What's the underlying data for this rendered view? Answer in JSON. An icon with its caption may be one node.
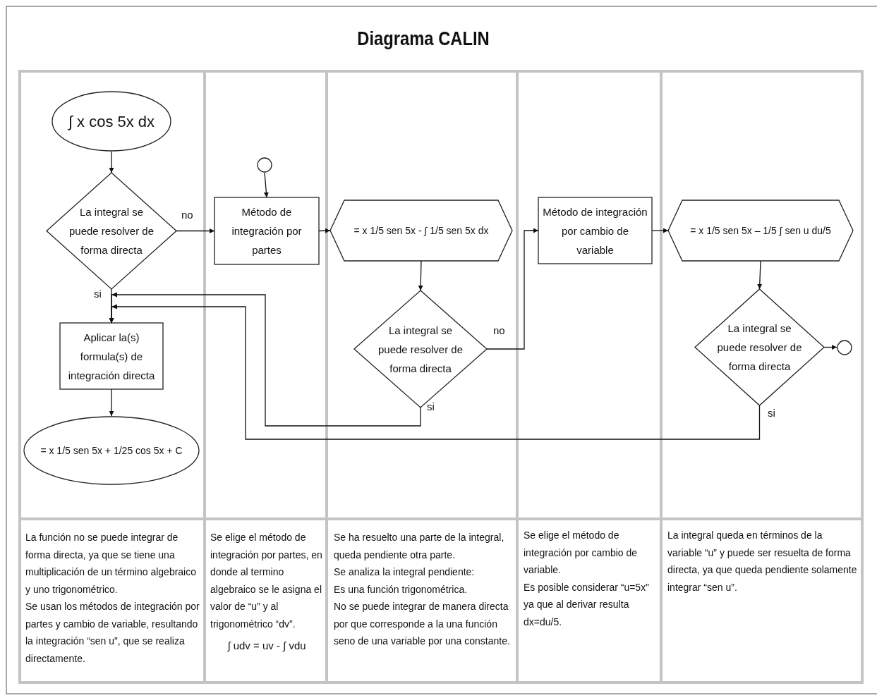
{
  "diagram": {
    "title": "Diagrama CALIN",
    "nodes": [
      {
        "text": [
          "∫ x cos 5x dx"
        ]
      },
      {
        "text": [
          "La integral se puede resolver de forma directa"
        ]
      },
      {
        "text": [
          "Aplicar la(s) formula(s) de integración directa"
        ]
      },
      {
        "text": [
          "= x 1/5 sen 5x + 1/25 cos 5x + C"
        ]
      },
      {
        "text": [],
        "shape": "circle"
      },
      {
        "text": [
          "Método de integración por partes"
        ]
      },
      {
        "text": [
          "= x 1/5 sen 5x - ∫ 1/5 sen 5x dx"
        ]
      },
      {
        "text": [
          "La integral se puede resolver de forma directa"
        ]
      },
      {
        "text": [
          "Método de integración por cambio de variable"
        ]
      },
      {
        "text": [
          "= x 1/5 sen 5x – 1/5 ∫ sen u du/5"
        ]
      },
      {
        "text": [
          "La integral se puede resolver de forma directa"
        ]
      },
      {
        "text": [],
        "shape": "circle"
      }
    ],
    "edges": [
      {
        "from": 0,
        "to": 1,
        "arrow": "to"
      },
      {
        "from": 1,
        "to": 5,
        "arrow": "to",
        "label": "no"
      },
      {
        "from": 1,
        "to": 2,
        "arrow": "to",
        "label": "si"
      },
      {
        "from": 2,
        "to": 3,
        "arrow": "to"
      },
      {
        "from": 4,
        "to": 5,
        "arrow": "to"
      },
      {
        "from": 5,
        "to": 6,
        "arrow": "to"
      },
      {
        "from": 6,
        "to": 7,
        "arrow": "to"
      },
      {
        "from": 7,
        "to": 8,
        "arrow": "to",
        "label": "no"
      },
      {
        "from": 8,
        "to": 9,
        "arrow": "to"
      },
      {
        "from": 9,
        "to": 10,
        "arrow": "to"
      },
      {
        "from": 10,
        "to": 11,
        "arrow": "to"
      },
      {
        "from": 7,
        "to": 2,
        "arrow": "to",
        "label": "si"
      },
      {
        "from": 10,
        "to": 2,
        "arrow": "to",
        "label": "si"
      }
    ],
    "labels": [
      "La función no se puede integrar de forma directa, ya que se tiene una multiplicación de un término algebraico y uno trigonométrico.",
      "Se usan los métodos de integración por partes y cambio de variable, resultando la integración “sen u”, que se realiza directamente.",
      "Se elige el método de integración por partes, en donde al termino algebraico se le asigna el valor de “u” y al trigonométrico “dv”.",
      "∫ udv = uv - ∫ vdu",
      "Se ha resuelto una parte de la integral, queda pendiente otra parte.",
      "Se analiza la integral pendiente:",
      "Es una función trigonométrica.",
      "No se puede integrar de manera directa por que corresponde a la una función seno de una variable por una constante.",
      "Se elige el método de integración por cambio de variable.",
      "Es posible considerar “u=5x” ya que al derivar resulta dx=du/5.",
      "La integral queda en términos de la variable “u” y puede ser resuelta de forma directa, ya que queda pendiente solamente integrar “sen u”."
    ]
  }
}
